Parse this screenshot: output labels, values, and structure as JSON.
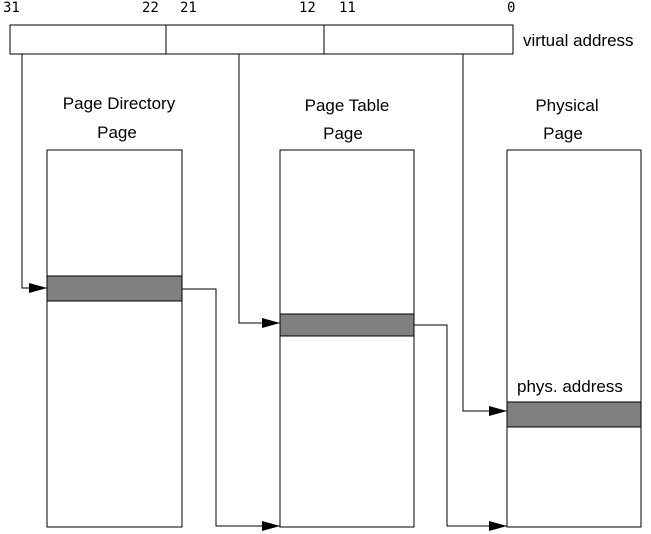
{
  "colors": {
    "line": "#000000",
    "entry_fill": "#808080",
    "background": "#ffffff"
  },
  "virtual_address": {
    "label": "virtual address",
    "bit_labels": [
      "31",
      "22",
      "21",
      "12",
      "11",
      "0"
    ]
  },
  "columns": [
    {
      "title_line1": "Page Directory",
      "title_line2": "Page"
    },
    {
      "title_line1": "Page Table",
      "title_line2": "Page"
    },
    {
      "title_line1": "Physical",
      "title_line2": "Page"
    }
  ],
  "physical_entry_label": "phys. address"
}
